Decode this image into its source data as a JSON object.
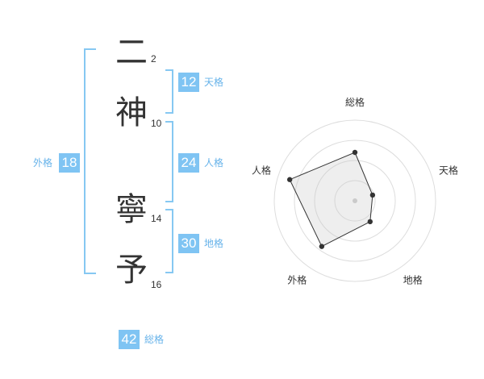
{
  "name_chars": [
    {
      "char": "二",
      "strokes": "2"
    },
    {
      "char": "神",
      "strokes": "10"
    },
    {
      "char": "寧",
      "strokes": "14"
    },
    {
      "char": "予",
      "strokes": "16"
    }
  ],
  "fortunes": {
    "tenkaku": {
      "value": "12",
      "label": "天格"
    },
    "jinkaku": {
      "value": "24",
      "label": "人格"
    },
    "chikaku": {
      "value": "30",
      "label": "地格"
    },
    "gaikaku": {
      "value": "18",
      "label": "外格"
    },
    "soukaku": {
      "value": "42",
      "label": "総格"
    }
  },
  "colors": {
    "accent": "#7fc4f3",
    "bracket": "#86c8f2",
    "label": "#67b3ea"
  },
  "chart_data": {
    "type": "radar",
    "axes": [
      "総格",
      "天格",
      "地格",
      "外格",
      "人格"
    ],
    "levels": 4,
    "values": [
      0.6,
      0.23,
      0.32,
      0.7,
      0.85
    ],
    "scale_max": 1
  }
}
